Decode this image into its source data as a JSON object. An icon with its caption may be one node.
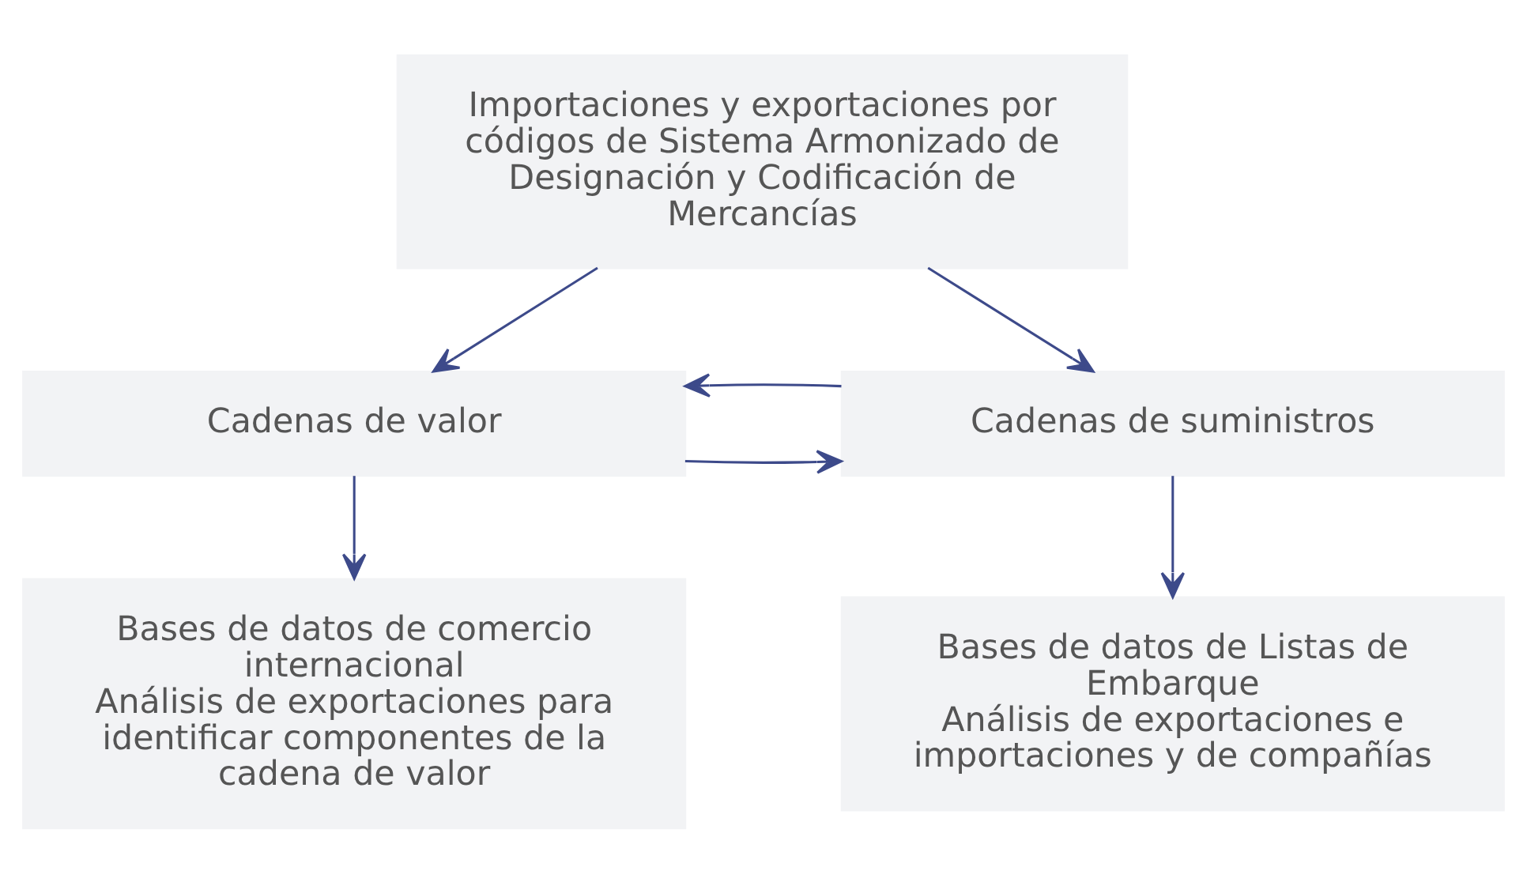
{
  "diagram": {
    "nodes": [
      {
        "text": [
          "Importaciones y exportaciones por códigos de Sistema Armonizado de Designación y Codificación de Mercancías"
        ]
      },
      {
        "text": [
          "Cadenas de valor"
        ]
      },
      {
        "text": [
          "Cadenas de suministros"
        ]
      },
      {
        "text": [
          "Bases de datos de comercio internacional",
          "Análisis de exportaciones para identificar componentes de la cadena de valor"
        ]
      },
      {
        "text": [
          "Bases de datos de Listas de Embarque",
          "Análisis de exportaciones e importaciones y de compañías"
        ]
      }
    ],
    "edges": [
      {
        "from": 0,
        "to": 1,
        "arrow": "to"
      },
      {
        "from": 0,
        "to": 2,
        "arrow": "to"
      },
      {
        "from": 1,
        "to": 2,
        "arrow": "to"
      },
      {
        "from": 2,
        "to": 1,
        "arrow": "to"
      },
      {
        "from": 1,
        "to": 3,
        "arrow": "to"
      },
      {
        "from": 2,
        "to": 4,
        "arrow": "to"
      }
    ]
  }
}
